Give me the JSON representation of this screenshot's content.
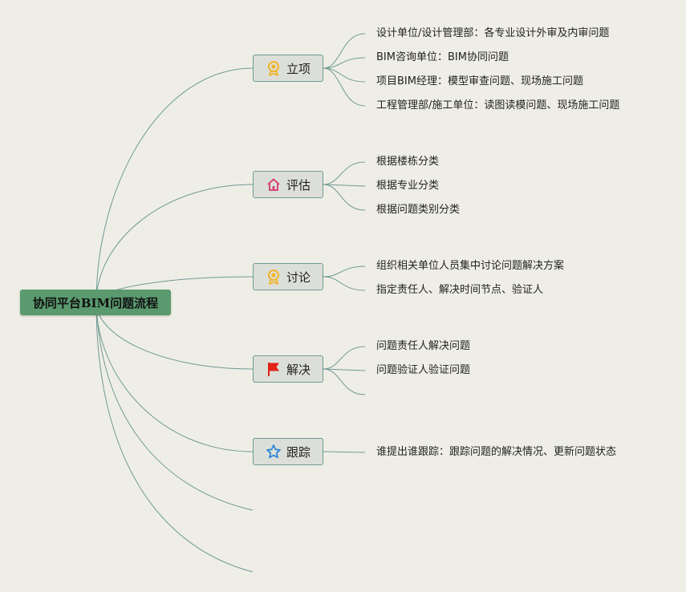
{
  "root": {
    "label": "协同平台BIM问题流程"
  },
  "branches": [
    {
      "label": "立项",
      "icon": "award-badge-icon",
      "leaves": [
        "设计单位/设计管理部：各专业设计外审及内审问题",
        "BIM咨询单位：BIM协同问题",
        "项目BIM经理：模型审查问题、现场施工问题",
        "工程管理部/施工单位：读图读模问题、现场施工问题"
      ]
    },
    {
      "label": "评估",
      "icon": "home-icon",
      "leaves": [
        "根据楼栋分类",
        "根据专业分类",
        "根据问题类别分类"
      ]
    },
    {
      "label": "讨论",
      "icon": "award-badge-icon",
      "leaves": [
        "组织相关单位人员集中讨论问题解决方案",
        "指定责任人、解决时间节点、验证人"
      ]
    },
    {
      "label": "解决",
      "icon": "red-flag-icon",
      "leaves": [
        "问题责任人解决问题",
        "问题验证人验证问题",
        ""
      ]
    },
    {
      "label": "跟踪",
      "icon": "star-outline-icon",
      "leaves": [
        "谁提出谁跟踪：跟踪问题的解决情况、更新问题状态"
      ]
    }
  ],
  "colors": {
    "background": "#efeee6",
    "root_fill": "#5a9a6e",
    "branch_fill": "#dcdfd9",
    "connector": "#6f9a93",
    "award": "#f0b429",
    "home": "#d6457a",
    "flag": "#e2231a",
    "star": "#2f86d6"
  }
}
